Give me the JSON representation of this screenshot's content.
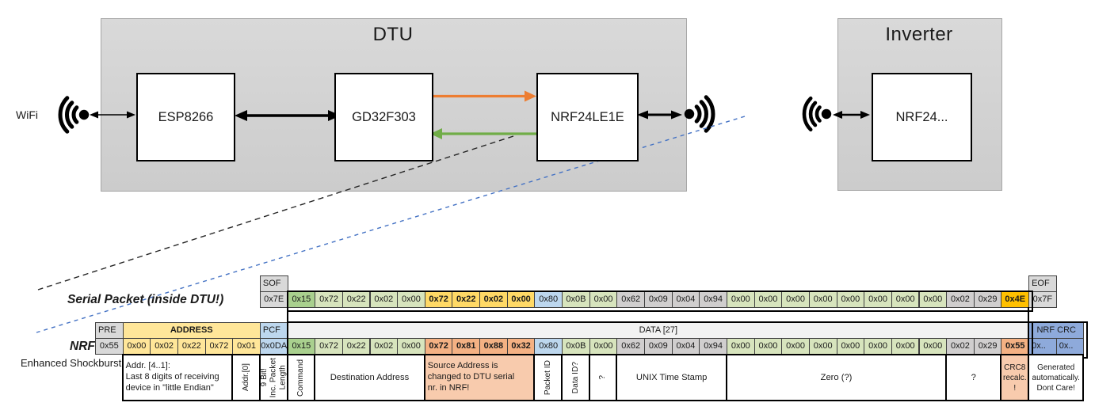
{
  "palette": {
    "header_gray": "#d9d9d9",
    "byte_gray": "#d0cece",
    "byte_green": "#d7e4bd",
    "byte_green_dark": "#a9d08e",
    "byte_yellow": "#ffd966",
    "address_yellow": "#ffe699",
    "byte_orange": "#ffc000",
    "byte_blue": "#bdd7ee",
    "byte_salmon": "#f4b183",
    "crc_blue": "#8eaadb",
    "annotation_salmon": "#f8cbad",
    "orange_arrow": "#ed7d31",
    "green_arrow": "#70ad47",
    "blue_dash": "#4472c4"
  },
  "diagram": {
    "wifi_label": "WiFi",
    "dtu": {
      "title": "DTU",
      "components": [
        {
          "label": "ESP8266"
        },
        {
          "label": "GD32F303"
        },
        {
          "label": "NRF24LE1E"
        }
      ]
    },
    "inverter": {
      "title": "Inverter",
      "components": [
        {
          "label": "NRF24..."
        }
      ]
    }
  },
  "serial_packet": {
    "row_label": "Serial Packet (inside DTU!)",
    "sof": {
      "header": "SOF",
      "value": "0x7E"
    },
    "eof": {
      "header": "EOF",
      "value": "0x7F"
    },
    "bytes": [
      [
        "0x15",
        "gdark"
      ],
      [
        "0x72",
        "green"
      ],
      [
        "0x22",
        "green"
      ],
      [
        "0x02",
        "green"
      ],
      [
        "0x00",
        "green"
      ],
      [
        "0x72",
        "yellow",
        1
      ],
      [
        "0x22",
        "yellow",
        1
      ],
      [
        "0x02",
        "yellow",
        1
      ],
      [
        "0x00",
        "yellow",
        1
      ],
      [
        "0x80",
        "blue"
      ],
      [
        "0x0B",
        "green"
      ],
      [
        "0x00",
        "green"
      ],
      [
        "0x62",
        "gray"
      ],
      [
        "0x09",
        "gray"
      ],
      [
        "0x04",
        "gray"
      ],
      [
        "0x94",
        "gray"
      ],
      [
        "0x00",
        "green"
      ],
      [
        "0x00",
        "green"
      ],
      [
        "0x00",
        "green"
      ],
      [
        "0x00",
        "green"
      ],
      [
        "0x00",
        "green"
      ],
      [
        "0x00",
        "green"
      ],
      [
        "0x00",
        "green"
      ],
      [
        "0x00",
        "green"
      ],
      [
        "0x02",
        "gray"
      ],
      [
        "0x29",
        "gray"
      ],
      [
        "0x4E",
        "orange",
        1
      ]
    ]
  },
  "nrf_packet": {
    "row_label": "NRF Packet",
    "row_sublabel": "Enhanced Shockburst",
    "pre": {
      "header": "PRE",
      "value": "0x55"
    },
    "address": {
      "header": "ADDRESS",
      "values": [
        "0x00",
        "0x02",
        "0x22",
        "0x72",
        "0x01"
      ]
    },
    "pcf": {
      "header": "PCF",
      "value": "0x0DA"
    },
    "data": {
      "header": "DATA [27]",
      "bytes": [
        [
          "0x15",
          "gdark"
        ],
        [
          "0x72",
          "green"
        ],
        [
          "0x22",
          "green"
        ],
        [
          "0x02",
          "green"
        ],
        [
          "0x00",
          "green"
        ],
        [
          "0x72",
          "salmon",
          1
        ],
        [
          "0x81",
          "salmon",
          1
        ],
        [
          "0x88",
          "salmon",
          1
        ],
        [
          "0x32",
          "salmon",
          1
        ],
        [
          "0x80",
          "blue"
        ],
        [
          "0x0B",
          "green"
        ],
        [
          "0x00",
          "green"
        ],
        [
          "0x62",
          "gray"
        ],
        [
          "0x09",
          "gray"
        ],
        [
          "0x04",
          "gray"
        ],
        [
          "0x94",
          "gray"
        ],
        [
          "0x00",
          "green"
        ],
        [
          "0x00",
          "green"
        ],
        [
          "0x00",
          "green"
        ],
        [
          "0x00",
          "green"
        ],
        [
          "0x00",
          "green"
        ],
        [
          "0x00",
          "green"
        ],
        [
          "0x00",
          "green"
        ],
        [
          "0x00",
          "green"
        ],
        [
          "0x02",
          "gray"
        ],
        [
          "0x29",
          "gray"
        ],
        [
          "0x55",
          "salmon",
          1
        ]
      ]
    },
    "crc": {
      "header": "NRF CRC",
      "values": [
        "0x..",
        "0x.."
      ]
    }
  },
  "annotations": [
    {
      "start": 1,
      "span": 4,
      "text": "Addr. [4..1]:\nLast 8 digits of receiving\ndevice in \"little Endian\"",
      "align": "left"
    },
    {
      "start": 5,
      "span": 1,
      "text": "Addr.[0]",
      "vertical": true
    },
    {
      "start": 6,
      "span": 1,
      "text": "9 Bit!\nInc. Packet\nLength",
      "vertical": true
    },
    {
      "start": 7,
      "span": 1,
      "text": "Command",
      "vertical": true
    },
    {
      "start": 8,
      "span": 4,
      "text": "Destination Address"
    },
    {
      "start": 12,
      "span": 4,
      "text": "Source Address is\nchanged to DTU serial\nnr. in NRF!",
      "bg": "salmon",
      "align": "left"
    },
    {
      "start": 16,
      "span": 1,
      "text": "Packet ID",
      "vertical": true
    },
    {
      "start": 17,
      "span": 1,
      "text": "Data ID?",
      "vertical": true
    },
    {
      "start": 18,
      "span": 1,
      "text": "?",
      "vertical": true
    },
    {
      "start": 19,
      "span": 4,
      "text": "UNIX Time Stamp"
    },
    {
      "start": 23,
      "span": 8,
      "text": "Zero (?)"
    },
    {
      "start": 31,
      "span": 2,
      "text": "?"
    },
    {
      "start": 33,
      "span": 1,
      "text": "CRC8\nrecalc.\n!",
      "bg": "salmon",
      "small": true
    },
    {
      "start": 34,
      "span": 2,
      "text": "Generated\nautomatically.\nDont Care!",
      "small": true
    }
  ]
}
